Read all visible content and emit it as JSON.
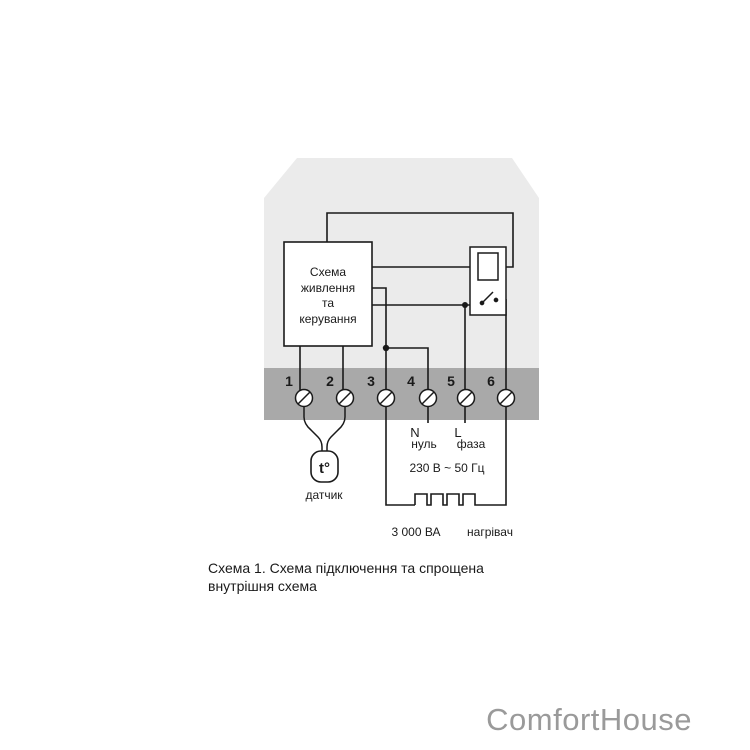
{
  "control_block": {
    "line1": "Схема",
    "line2": "живлення",
    "line3": "та",
    "line4": "керування"
  },
  "terminals": [
    "1",
    "2",
    "3",
    "4",
    "5",
    "6"
  ],
  "labels": {
    "neutral_letter": "N",
    "neutral": "нуль",
    "phase_letter": "L",
    "phase": "фаза",
    "supply": "230 В ~ 50 Гц",
    "sensor_symbol": "t°",
    "sensor": "датчик",
    "power": "3 000 ВА",
    "heater": "нагрівач"
  },
  "caption": {
    "line1": "Схема 1. Схема підключення та спрощена",
    "line2": "внутрішня схема"
  },
  "brand": "ComfortHouse",
  "colors": {
    "housing": "#ebebeb",
    "terminal_strip": "#a9a9a9",
    "line": "#1a1a1a",
    "brand": "#9a9a9a"
  }
}
